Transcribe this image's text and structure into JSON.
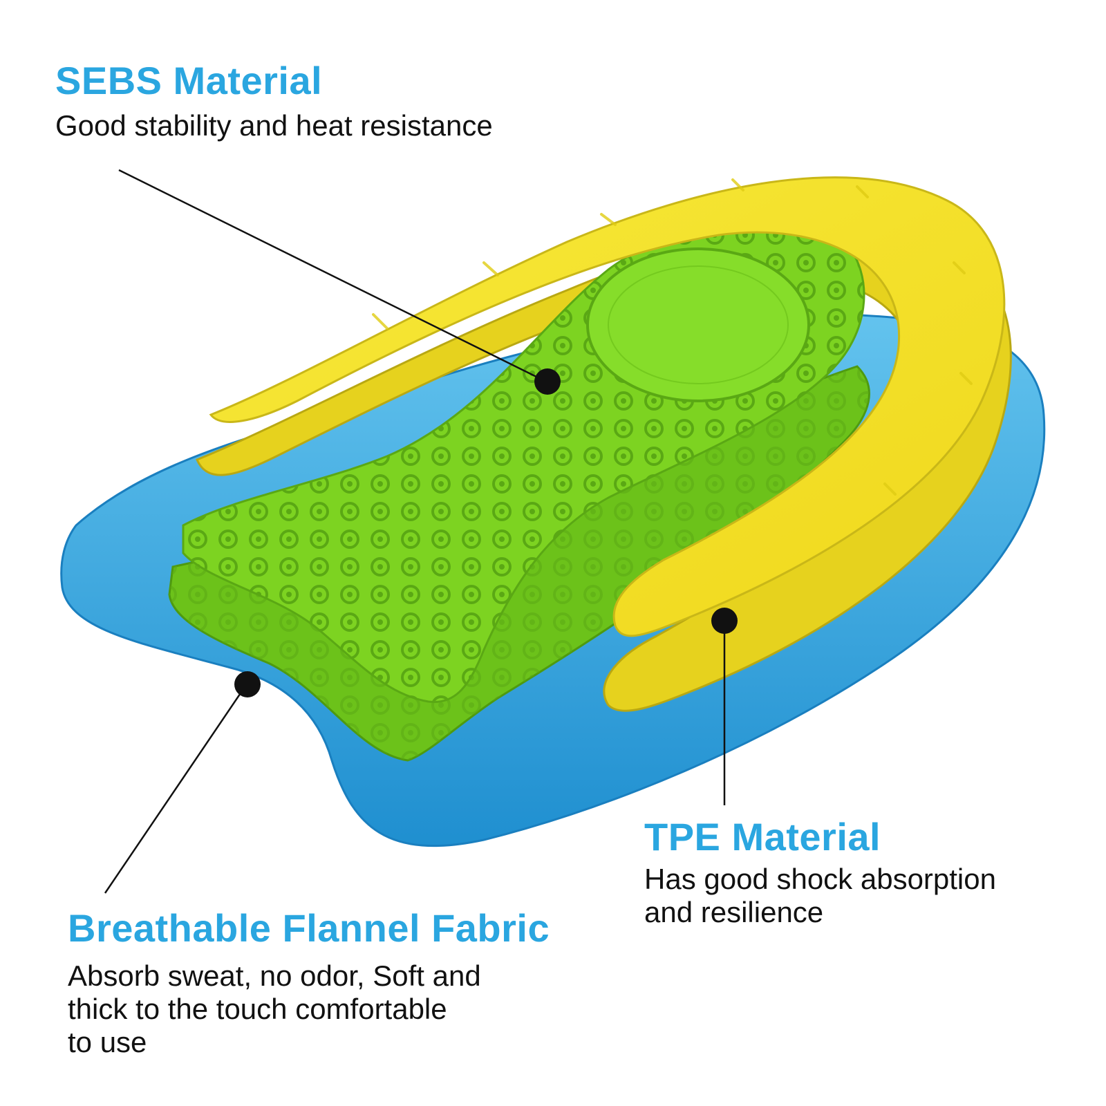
{
  "callouts": {
    "sebs": {
      "title": "SEBS Material",
      "lines": [
        "Good stability and heat resistance"
      ]
    },
    "tpe": {
      "title": "TPE Material",
      "lines": [
        "Has good shock absorption",
        "and resilience"
      ]
    },
    "flannel": {
      "title": "Breathable Flannel Fabric",
      "lines": [
        "Absorb sweat, no odor, Soft and",
        "thick to the touch comfortable",
        "to use"
      ]
    }
  },
  "colors": {
    "title_blue": "#2aa6e0",
    "gel_blue": "#2d9fdc",
    "gel_blue_light": "#63c3ee",
    "sebs_yellow": "#f3e12a",
    "sebs_yellow_shadow": "#c9b718",
    "pad_green": "#7dd321",
    "pad_green_dark": "#5aa814",
    "leader_line": "#111111"
  },
  "icons": {
    "pointer_dot": "filled-black-circle"
  }
}
